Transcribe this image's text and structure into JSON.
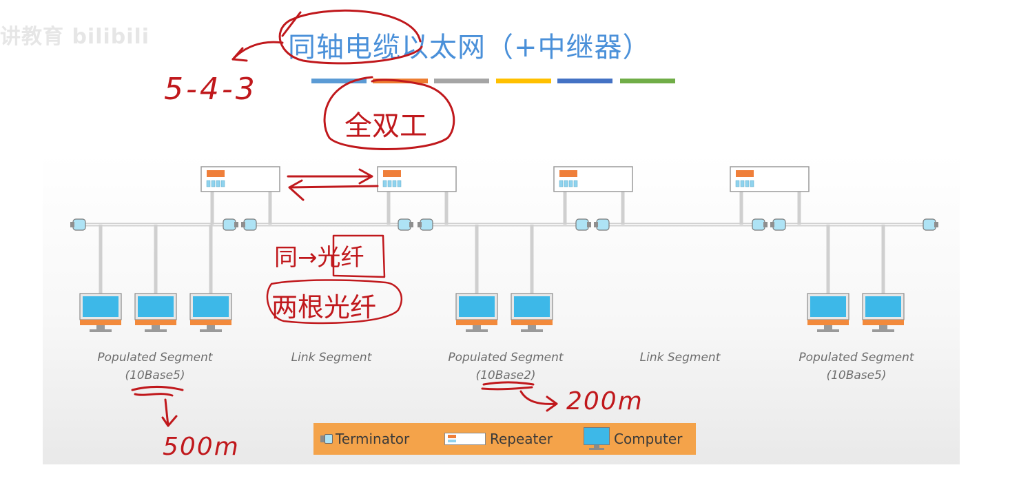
{
  "watermark": "讲教育 bilibili",
  "title": "同轴电缆以太网（+中继器）",
  "color_bars": [
    "#5b9bd5",
    "#ed7d31",
    "#a5a5a5",
    "#ffc000",
    "#4472c4",
    "#70ad47"
  ],
  "segments": [
    {
      "label": "Populated Segment",
      "sub": "(10Base5)"
    },
    {
      "label": "Link Segment",
      "sub": ""
    },
    {
      "label": "Populated Segment",
      "sub": "(10Base2)"
    },
    {
      "label": "Link Segment",
      "sub": ""
    },
    {
      "label": "Populated Segment",
      "sub": "(10Base5)"
    }
  ],
  "legend": {
    "terminator": "Terminator",
    "repeater": "Repeater",
    "computer": "Computer",
    "background": "#f4a34a"
  },
  "annotations": {
    "rule": "5-4-3",
    "full_duplex": "全双工",
    "coax_to_fiber": "同→光纤",
    "two_fibers": "两根光纤",
    "len_500": "500m",
    "len_200": "200m",
    "ink_color": "#c0181c"
  },
  "colors": {
    "title": "#4a90d9",
    "cable": "#cfcfcf",
    "monitor_screen": "#3db8e8",
    "monitor_base": "#f28a3c",
    "repeater_display": "#ef7f3a",
    "terminator": "#aee3f5"
  }
}
